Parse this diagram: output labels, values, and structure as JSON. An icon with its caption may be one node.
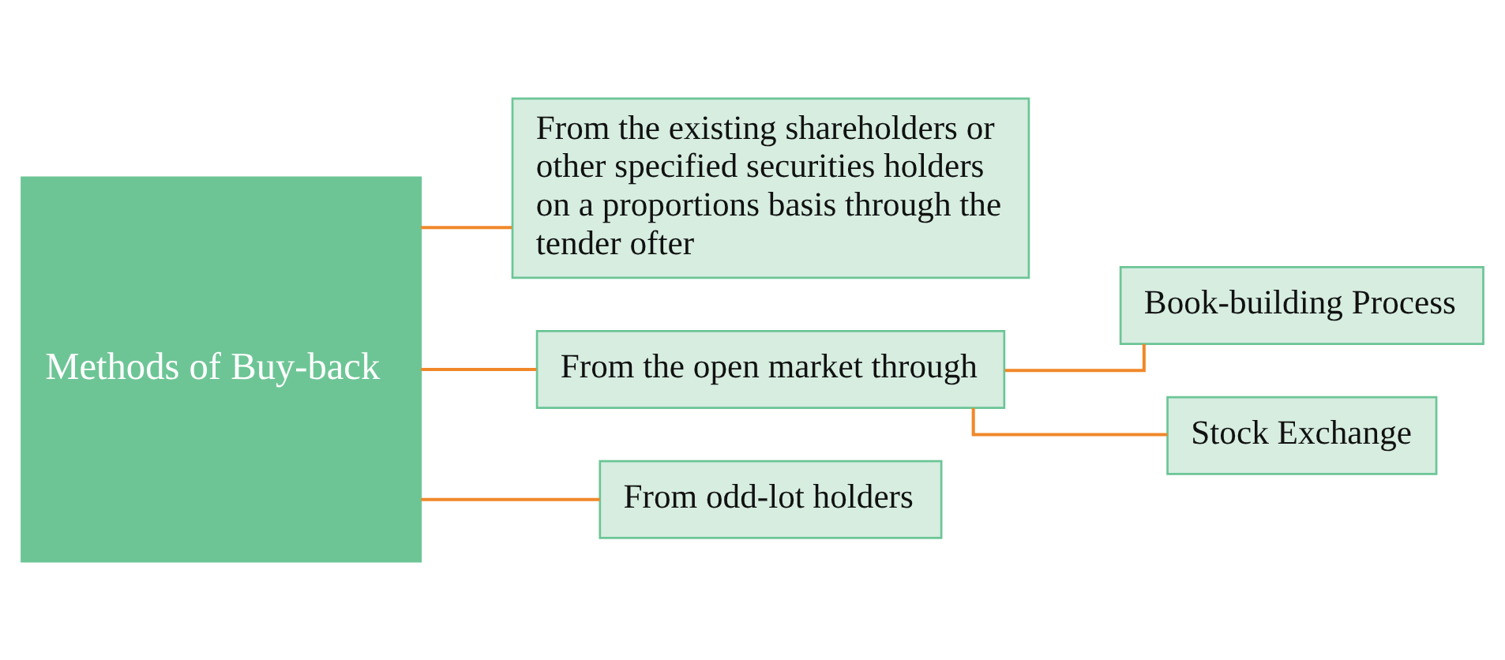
{
  "diagram": {
    "nodes": [
      {
        "text": [
          "Methods of Buy-back"
        ]
      },
      {
        "text": [
          "From the existing shareholders or other specified securities holders on a proportions basis through the tender ofter"
        ]
      },
      {
        "text": [
          "From the open market through"
        ]
      },
      {
        "text": [
          "From odd-lot holders"
        ]
      },
      {
        "text": [
          "Book-building Process"
        ]
      },
      {
        "text": [
          "Stock Exchange"
        ]
      }
    ],
    "edges": [
      {
        "from": 0,
        "to": 1,
        "arrow": "none"
      },
      {
        "from": 0,
        "to": 2,
        "arrow": "none"
      },
      {
        "from": 0,
        "to": 3,
        "arrow": "none"
      },
      {
        "from": 2,
        "to": 4,
        "arrow": "none"
      },
      {
        "from": 2,
        "to": 5,
        "arrow": "none"
      }
    ]
  }
}
